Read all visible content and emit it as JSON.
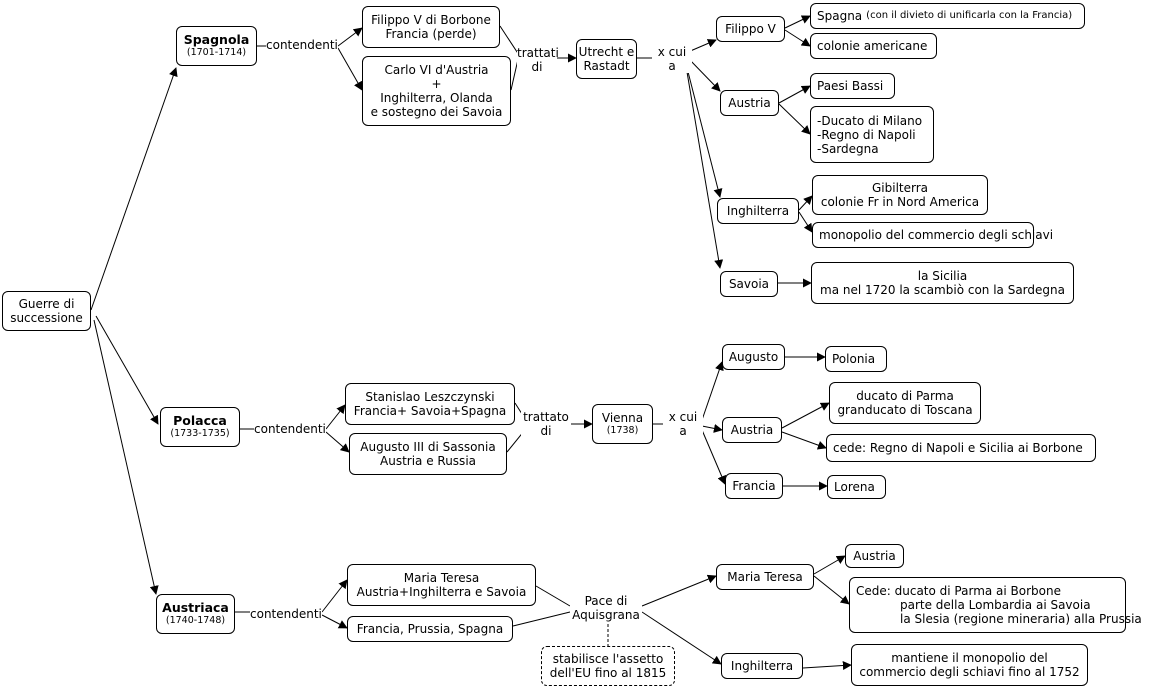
{
  "root": {
    "line1": "Guerre di",
    "line2": "successione"
  },
  "common": {
    "contendenti": "contendenti",
    "xcui": "x cui",
    "a": "a",
    "di": "di"
  },
  "spagnola": {
    "title": "Spagnola",
    "years": "(1701-1714)",
    "c1": {
      "l1": "Filippo V di Borbone",
      "l2": "Francia (perde)"
    },
    "c2": {
      "l1": "Carlo VI d'Austria",
      "l2": "+",
      "l3": "Inghilterra, Olanda",
      "l4": "e sostegno dei Savoia"
    },
    "trattati": "trattati",
    "treaty": {
      "l1": "Utrecht e",
      "l2": "Rastadt"
    },
    "filippo": "Filippo V",
    "spagna": "Spagna",
    "spagna_note": "(con il divieto di unificarla con la Francia)",
    "colonie": "colonie americane",
    "austria": "Austria",
    "paesi": "Paesi Bassi",
    "ducato": {
      "l1": "-Ducato di Milano",
      "l2": "-Regno di Napoli",
      "l3": "-Sardegna"
    },
    "inghilterra": "Inghilterra",
    "gib": {
      "l1": "Gibilterra",
      "l2": "colonie Fr in Nord America"
    },
    "monopolio": "monopolio del commercio degli schiavi",
    "savoia": "Savoia",
    "sicilia": {
      "l1": "la Sicilia",
      "l2": "ma nel 1720 la scambiò con la Sardegna"
    }
  },
  "polacca": {
    "title": "Polacca",
    "years": "(1733-1735)",
    "c1": {
      "l1": "Stanislao Leszczynski",
      "l2": "Francia+ Savoia+Spagna"
    },
    "c2": {
      "l1": "Augusto III di Sassonia",
      "l2": "Austria e Russia"
    },
    "trattato": "trattato",
    "treaty": {
      "l1": "Vienna",
      "l2": "(1738)"
    },
    "augusto": "Augusto",
    "polonia": "Polonia",
    "austria": "Austria",
    "parma": {
      "l1": "ducato di Parma",
      "l2": "granducato di Toscana"
    },
    "cede": "cede: Regno di Napoli e Sicilia ai Borbone",
    "francia": "Francia",
    "lorena": "Lorena"
  },
  "austriaca": {
    "title": "Austriaca",
    "years": "(1740-1748)",
    "c1": {
      "l1": "Maria Teresa",
      "l2": "Austria+Inghilterra e Savoia"
    },
    "c2": "Francia, Prussia, Spagna",
    "pace": {
      "l1": "Pace di",
      "l2": "Aquisgrana"
    },
    "assetto": {
      "l1": "stabilisce l'assetto",
      "l2": "dell'EU fino al 1815"
    },
    "maria": "Maria Teresa",
    "austria": "Austria",
    "cede": {
      "l1": "Cede: ducato di Parma ai Borbone",
      "l2": "parte della Lombardia ai Savoia",
      "l3": "la Slesia (regione mineraria) alla Prussia"
    },
    "inghilterra": "Inghilterra",
    "monopolio": {
      "l1": "mantiene il monopolio del",
      "l2": "commercio degli schiavi fino al 1752"
    }
  }
}
